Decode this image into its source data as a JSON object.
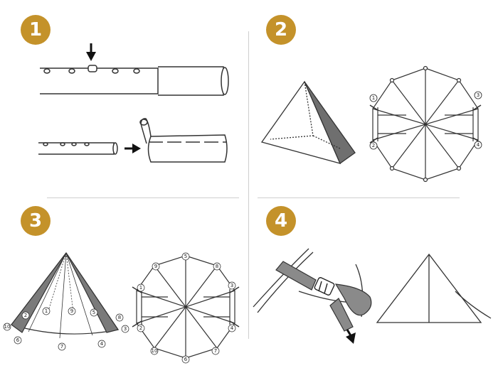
{
  "steps": [
    {
      "number": "1"
    },
    {
      "number": "2"
    },
    {
      "number": "3"
    },
    {
      "number": "4"
    }
  ],
  "panel2_labels": {
    "topleft": "1",
    "bottomleft": "2",
    "topright": "3",
    "bottomright": "4"
  },
  "panel3_labels": {
    "top": "5",
    "left_upper": "9",
    "right_upper": "8",
    "left_mid": "1",
    "right_mid": "3",
    "left_lower": "2",
    "right_lower": "4",
    "bottom_left": "10",
    "bottom_mid": "6",
    "bottom_right": "7"
  },
  "panel3_tent_labels": {
    "a": "2",
    "b": "1",
    "c": "9",
    "d": "5",
    "e": "8",
    "f": "10",
    "g": "6",
    "h": "7",
    "i": "4",
    "j": "3"
  },
  "colors": {
    "badge": "#c4922a",
    "line": "#333333",
    "shade": "#6f6f6f",
    "strap": "#8a8a8a"
  }
}
